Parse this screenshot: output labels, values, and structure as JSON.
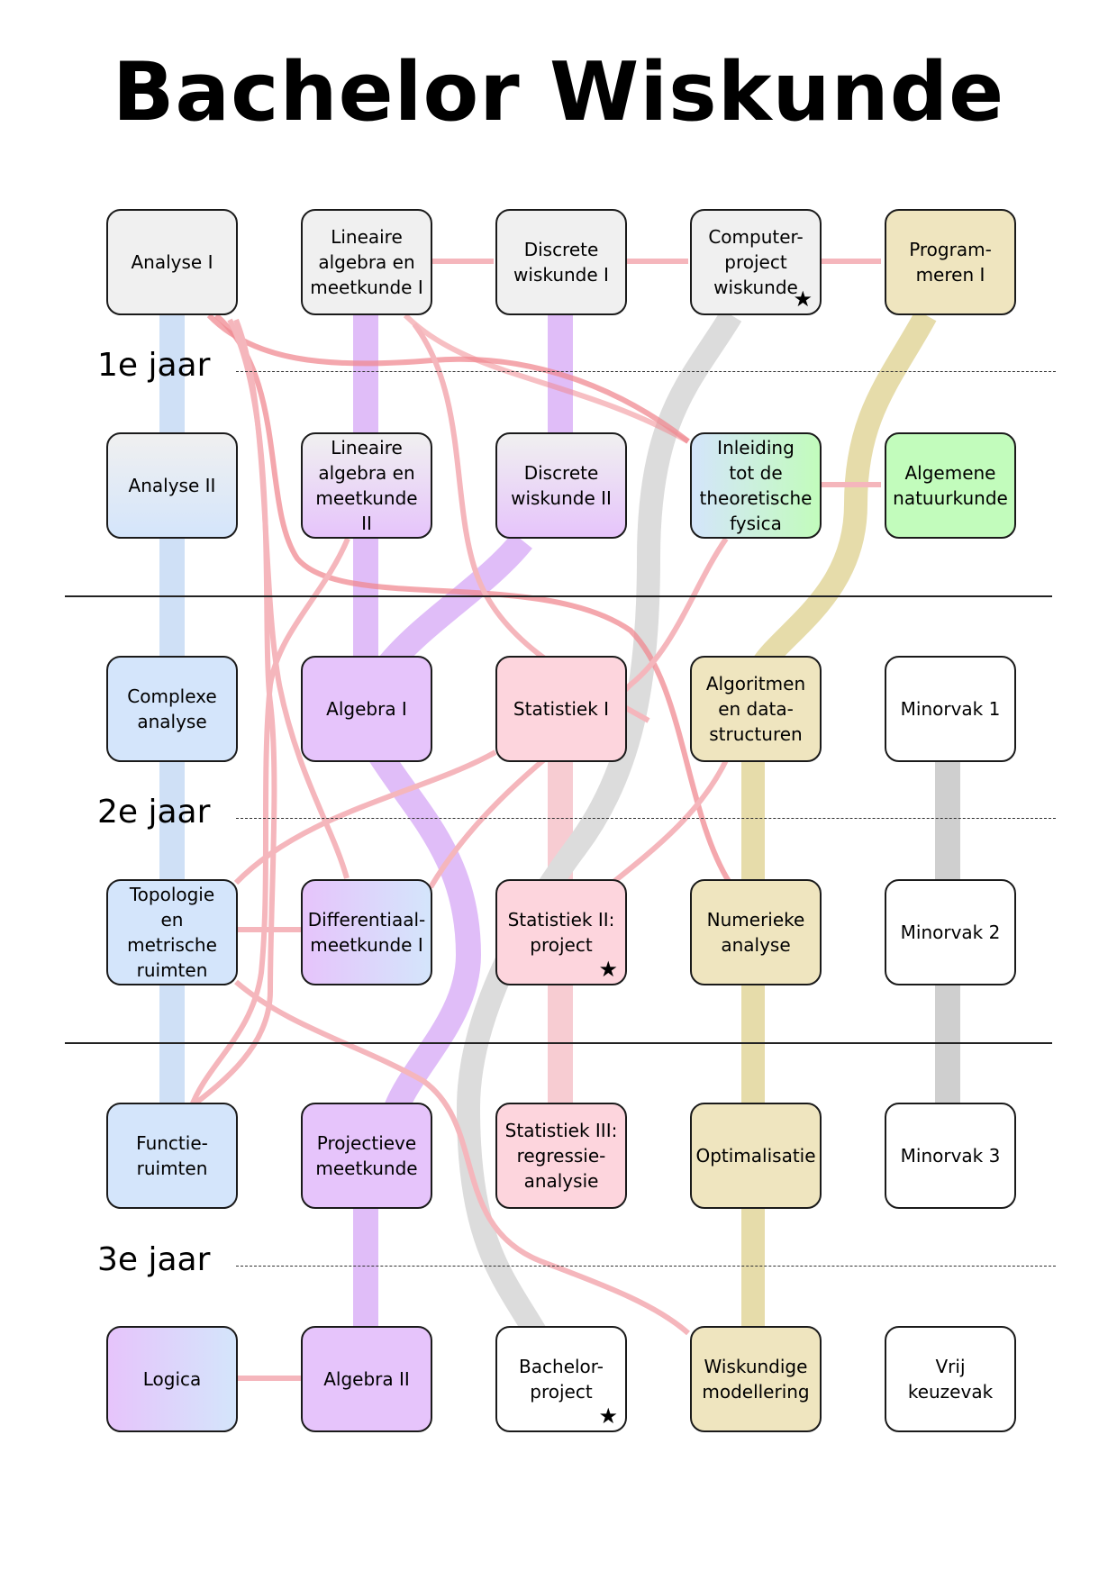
{
  "title": "Bachelor Wiskunde",
  "colors": {
    "grey": "#f0f0f0",
    "blue": "#d4e5fb",
    "purple": "#e6c4fb",
    "pink": "#fdd5dd",
    "khaki": "#efe5bf",
    "green": "#c2fcbc",
    "white": "#ffffff",
    "red_link": "#f08a92",
    "grey_link": "#cfcfcf",
    "khaki_link": "#e6dcaa",
    "blue_link": "#cfe0f6",
    "purple_link": "#e0bdf8",
    "pink_link": "#f7ccd2"
  },
  "years": [
    {
      "label": "1e jaar"
    },
    {
      "label": "2e jaar"
    },
    {
      "label": "3e jaar"
    }
  ],
  "courses": [
    {
      "id": "analyse1",
      "label": "Analyse I",
      "fill": "grey"
    },
    {
      "id": "linalg1",
      "label": "Lineaire\nalgebra en\nmeetkunde I",
      "fill": "grey"
    },
    {
      "id": "discreet1",
      "label": "Discrete\nwiskunde I",
      "fill": "grey"
    },
    {
      "id": "compproj",
      "label": "Computer-\nproject\nwiskunde",
      "fill": "grey",
      "star": "★"
    },
    {
      "id": "prog1",
      "label": "Program-\nmeren I",
      "fill": "khaki"
    },
    {
      "id": "analyse2",
      "label": "Analyse II",
      "fill": "grey-blue"
    },
    {
      "id": "linalg2",
      "label": "Lineaire\nalgebra en\nmeetkunde II",
      "fill": "grey-purple"
    },
    {
      "id": "discreet2",
      "label": "Discrete\nwiskunde II",
      "fill": "grey-purple"
    },
    {
      "id": "theofys",
      "label": "Inleiding\ntot de\ntheoretische\nfysica",
      "fill": "blue-green"
    },
    {
      "id": "natuurk",
      "label": "Algemene\nnatuurkunde",
      "fill": "green"
    },
    {
      "id": "complex",
      "label": "Complexe\nanalyse",
      "fill": "blue"
    },
    {
      "id": "algebra1",
      "label": "Algebra I",
      "fill": "purple"
    },
    {
      "id": "stat1",
      "label": "Statistiek I",
      "fill": "pink"
    },
    {
      "id": "algoritmen",
      "label": "Algoritmen\nen data-\nstructuren",
      "fill": "khaki"
    },
    {
      "id": "minor1",
      "label": "Minorvak 1",
      "fill": "white"
    },
    {
      "id": "topologie",
      "label": "Topologie\nen metrische\nruimten",
      "fill": "blue"
    },
    {
      "id": "diffmeet",
      "label": "Differentiaal-\nmeetkunde I",
      "fill": "purple-blue"
    },
    {
      "id": "stat2",
      "label": "Statistiek II:\nproject",
      "fill": "pink",
      "star": "★"
    },
    {
      "id": "numeriek",
      "label": "Numerieke\nanalyse",
      "fill": "khaki"
    },
    {
      "id": "minor2",
      "label": "Minorvak 2",
      "fill": "white"
    },
    {
      "id": "functie",
      "label": "Functie-\nruimten",
      "fill": "blue"
    },
    {
      "id": "projectief",
      "label": "Projectieve\nmeetkunde",
      "fill": "purple"
    },
    {
      "id": "stat3",
      "label": "Statistiek III:\nregressie-\nanalysie",
      "fill": "pink"
    },
    {
      "id": "optimalisatie",
      "label": "Optimalisatie",
      "fill": "khaki"
    },
    {
      "id": "minor3",
      "label": "Minorvak 3",
      "fill": "white"
    },
    {
      "id": "logica",
      "label": "Logica",
      "fill": "purple-blue"
    },
    {
      "id": "algebra2",
      "label": "Algebra II",
      "fill": "purple"
    },
    {
      "id": "bachproj",
      "label": "Bachelor-\nproject",
      "fill": "white",
      "star": "★"
    },
    {
      "id": "modellering",
      "label": "Wiskundige\nmodellering",
      "fill": "khaki"
    },
    {
      "id": "vrij",
      "label": "Vrij keuzevak",
      "fill": "white"
    }
  ]
}
